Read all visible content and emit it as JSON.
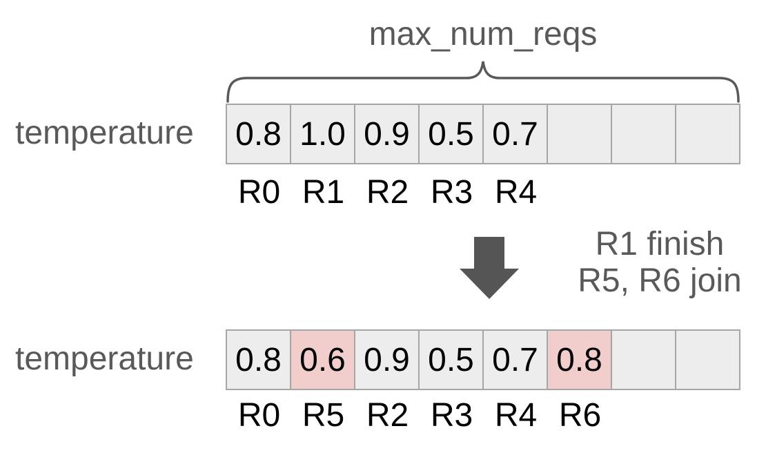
{
  "colors": {
    "page_bg": "#ffffff",
    "gray_text": "#595959",
    "value_text": "#000000",
    "cell_bg": "#ededed",
    "cell_border": "#a6a6a6",
    "cell_highlight_bg": "#f1cdcb",
    "arrow_fill": "#555555",
    "brace_stroke": "#595959"
  },
  "brace_label": "max_num_reqs",
  "max_slots": 8,
  "row_before": {
    "label": "temperature",
    "cells": [
      {
        "value": "0.8",
        "state": "normal"
      },
      {
        "value": "1.0",
        "state": "normal"
      },
      {
        "value": "0.9",
        "state": "normal"
      },
      {
        "value": "0.5",
        "state": "normal"
      },
      {
        "value": "0.7",
        "state": "normal"
      },
      {
        "value": "",
        "state": "normal"
      },
      {
        "value": "",
        "state": "normal"
      },
      {
        "value": "",
        "state": "normal"
      }
    ],
    "request_labels": [
      "R0",
      "R1",
      "R2",
      "R3",
      "R4"
    ]
  },
  "transition": {
    "arrow_icon": "down-arrow",
    "note_line1": "R1 finish",
    "note_line2": "R5, R6 join"
  },
  "row_after": {
    "label": "temperature",
    "cells": [
      {
        "value": "0.8",
        "state": "normal"
      },
      {
        "value": "0.6",
        "state": "highlighted"
      },
      {
        "value": "0.9",
        "state": "normal"
      },
      {
        "value": "0.5",
        "state": "normal"
      },
      {
        "value": "0.7",
        "state": "normal"
      },
      {
        "value": "0.8",
        "state": "highlighted"
      },
      {
        "value": "",
        "state": "normal"
      },
      {
        "value": "",
        "state": "normal"
      }
    ],
    "request_labels": [
      "R0",
      "R5",
      "R2",
      "R3",
      "R4",
      "R6"
    ]
  }
}
